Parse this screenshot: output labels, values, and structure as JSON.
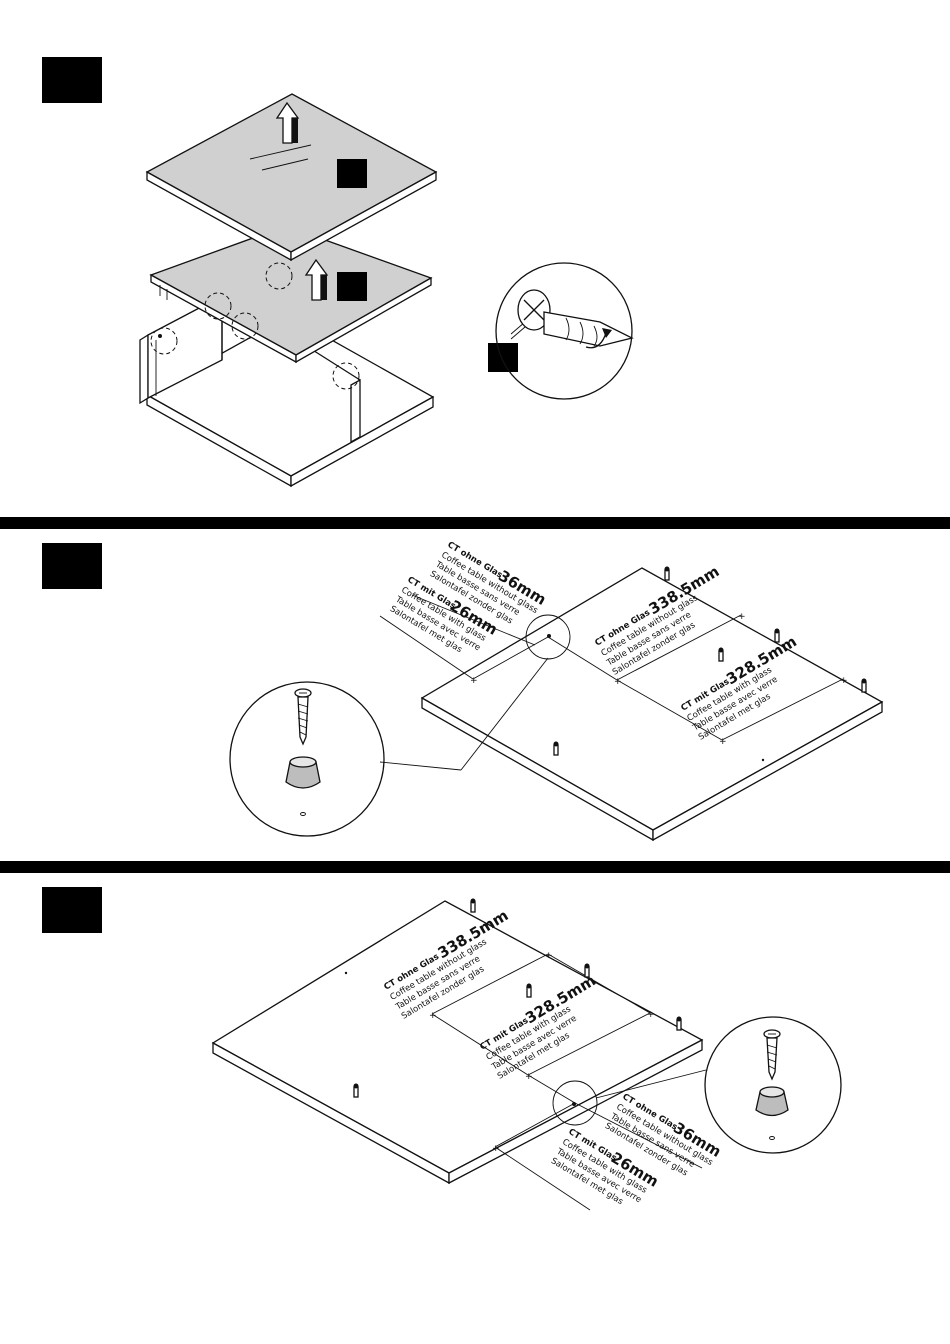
{
  "steps": [
    {
      "id": "step1",
      "number": "",
      "detail_badges": [
        "",
        "",
        ""
      ]
    },
    {
      "id": "step2",
      "number": "",
      "label_blocks": [
        {
          "title_bold": "CT ohne Glas",
          "dimension": "36mm",
          "lines": [
            "Coffee table without glass",
            "Table basse sans verre",
            "Salontafel zonder glas"
          ]
        },
        {
          "title_bold": "CT mit Glas",
          "dimension": "26mm",
          "lines": [
            "Coffee table with glass",
            "Table basse avec verre",
            "Salontafel met glas"
          ]
        },
        {
          "title_bold": "CT ohne Glas",
          "dimension": "338.5mm",
          "lines": [
            "Coffee table without glass",
            "Table basse sans verre",
            "Salontafel zonder glas"
          ]
        },
        {
          "title_bold": "CT mit Glas",
          "dimension": "328.5mm",
          "lines": [
            "Coffee table with glass",
            "Table basse avec verre",
            "Salontafel met glas"
          ]
        }
      ]
    },
    {
      "id": "step3",
      "number": "",
      "label_blocks": [
        {
          "title_bold": "CT ohne Glas",
          "dimension": "338.5mm",
          "lines": [
            "Coffee table without glass",
            "Table basse sans verre",
            "Salontafel zonder glas"
          ]
        },
        {
          "title_bold": "CT mit Glas",
          "dimension": "328.5mm",
          "lines": [
            "Coffee table with glass",
            "Table basse avec verre",
            "Salontafel met glas"
          ]
        },
        {
          "title_bold": "CT ohne Glas",
          "dimension": "36mm",
          "lines": [
            "Coffee table without glass",
            "Table basse sans verre",
            "Salontafel zonder glas"
          ]
        },
        {
          "title_bold": "CT mit Glas",
          "dimension": "26mm",
          "lines": [
            "Coffee table with glass",
            "Table basse avec verre",
            "Salontafel met glas"
          ]
        }
      ]
    }
  ],
  "colors": {
    "ink": "#111111",
    "glass_fill": "#d0d0d0",
    "foot_fill": "#bdbdbd",
    "badge": "#000000",
    "paper": "#ffffff"
  }
}
